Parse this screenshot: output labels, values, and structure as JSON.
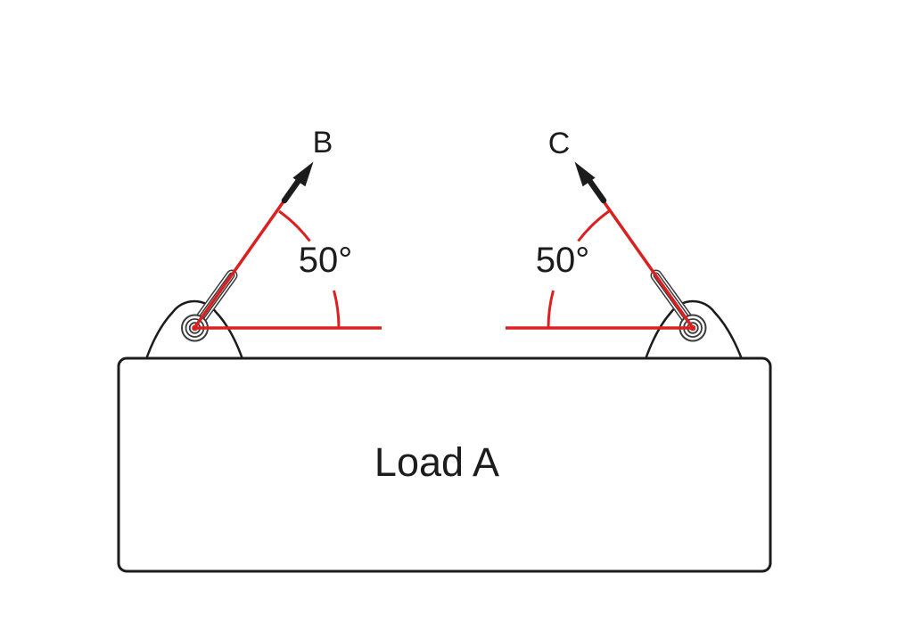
{
  "diagram": {
    "type": "two-leg-sling-rigging-diagram",
    "load": {
      "label": "Load A"
    },
    "slings": [
      {
        "id": "B",
        "label": "B",
        "angle": "50°",
        "side": "left"
      },
      {
        "id": "C",
        "label": "C",
        "angle": "50°",
        "side": "right"
      }
    ],
    "colors": {
      "cable_red": "#d92121",
      "line_black": "#1c1c1c",
      "hardware_gray": "#3c3c3c",
      "background": "#ffffff"
    }
  }
}
